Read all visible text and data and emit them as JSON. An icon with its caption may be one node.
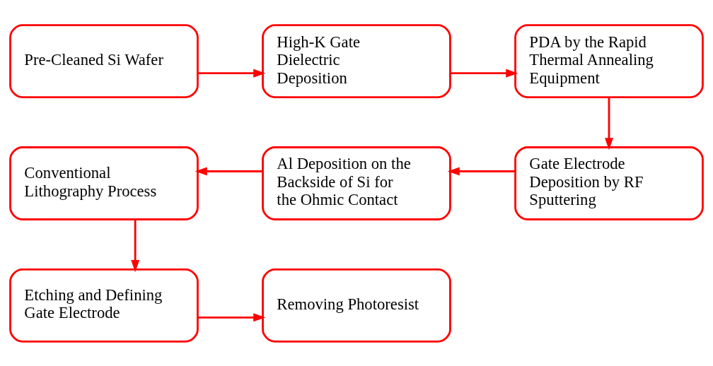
{
  "diagram": {
    "nodes": [
      {
        "text": [
          "Pre-Cleaned Si Wafer"
        ]
      },
      {
        "text": [
          "High-K Gate Dielectric Deposition"
        ]
      },
      {
        "text": [
          "PDA by the Rapid Thermal Annealing Equipment"
        ]
      },
      {
        "text": [
          "Gate Electrode Deposition by RF Sputtering"
        ]
      },
      {
        "text": [
          "Al Deposition on the Backside of Si for the Ohmic Contact"
        ]
      },
      {
        "text": [
          "Conventional Lithography Process"
        ]
      },
      {
        "text": [
          "Etching and Defining Gate Electrode"
        ]
      },
      {
        "text": [
          "Removing Photoresist"
        ]
      }
    ],
    "edges": [
      {
        "from": 0,
        "to": 1,
        "arrow": "to"
      },
      {
        "from": 1,
        "to": 2,
        "arrow": "to"
      },
      {
        "from": 2,
        "to": 3,
        "arrow": "to"
      },
      {
        "from": 3,
        "to": 4,
        "arrow": "to"
      },
      {
        "from": 4,
        "to": 5,
        "arrow": "to"
      },
      {
        "from": 5,
        "to": 6,
        "arrow": "to"
      },
      {
        "from": 6,
        "to": 7,
        "arrow": "to"
      }
    ]
  }
}
